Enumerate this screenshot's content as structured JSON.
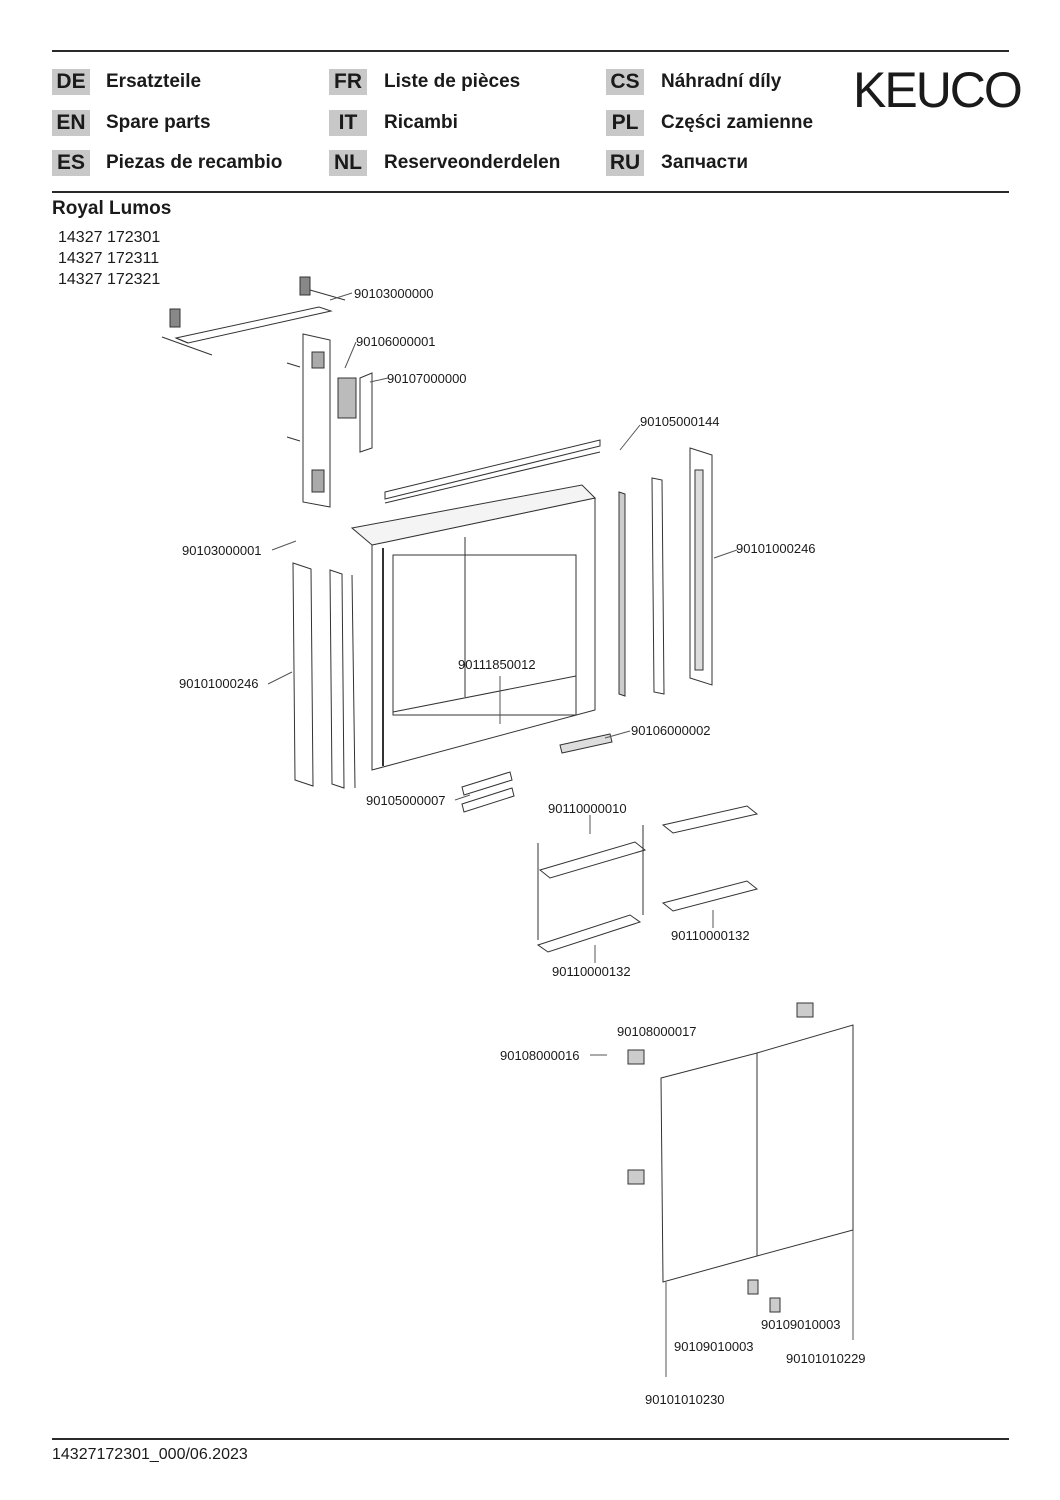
{
  "header": {
    "brand": "KEUCO",
    "languages": [
      {
        "code": "DE",
        "label": "Ersatzteile"
      },
      {
        "code": "FR",
        "label": "Liste de pièces"
      },
      {
        "code": "CS",
        "label": "Náhradní díly"
      },
      {
        "code": "EN",
        "label": "Spare parts"
      },
      {
        "code": "IT",
        "label": "Ricambi"
      },
      {
        "code": "PL",
        "label": "Części zamienne"
      },
      {
        "code": "ES",
        "label": "Piezas de recambio"
      },
      {
        "code": "NL",
        "label": "Reserveonderdelen"
      },
      {
        "code": "RU",
        "label": "Запчасти"
      }
    ]
  },
  "product": {
    "title": "Royal Lumos",
    "models": [
      "14327 172301",
      "14327 172311",
      "14327 172321"
    ]
  },
  "parts": [
    "90103000000",
    "90106000001",
    "90107000000",
    "90105000144",
    "90101000246",
    "90103000001",
    "90101000246",
    "90111850012",
    "90106000002",
    "90105000007",
    "90110000010",
    "90110000132",
    "90110000132",
    "90108000017",
    "90108000016",
    "90109010003",
    "90109010003",
    "90101010229",
    "90101010230"
  ],
  "footer": {
    "document_code": "14327172301_000/06.2023"
  }
}
